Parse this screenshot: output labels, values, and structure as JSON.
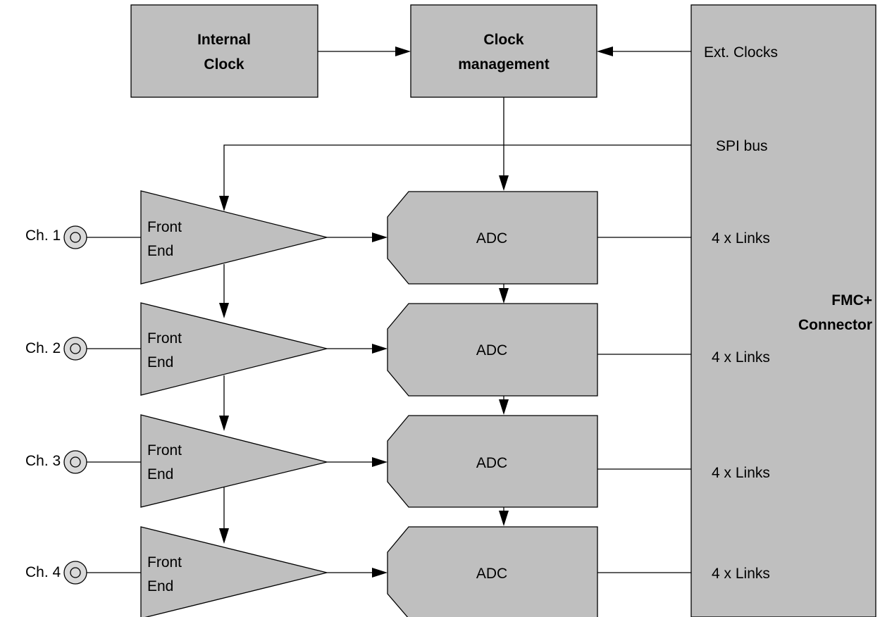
{
  "blocks": {
    "internal_clock": [
      "Internal",
      "Clock"
    ],
    "clock_management": [
      "Clock",
      "management"
    ],
    "fmc_connector": [
      "FMC+",
      "Connector"
    ]
  },
  "connector_labels": {
    "ext_clocks": "Ext. Clocks",
    "spi_bus": "SPI bus"
  },
  "channels": [
    {
      "label": "Ch. 1",
      "front_end": [
        "Front",
        "End"
      ],
      "adc": "ADC",
      "links": "4 x Links"
    },
    {
      "label": "Ch. 2",
      "front_end": [
        "Front",
        "End"
      ],
      "adc": "ADC",
      "links": "4 x Links"
    },
    {
      "label": "Ch. 3",
      "front_end": [
        "Front",
        "End"
      ],
      "adc": "ADC",
      "links": "4 x Links"
    },
    {
      "label": "Ch. 4",
      "front_end": [
        "Front",
        "End"
      ],
      "adc": "ADC",
      "links": "4 x Links"
    }
  ],
  "colors": {
    "block_fill": "#bfbfbf",
    "line": "#000000",
    "connector_fill": "#d9d9d9"
  }
}
